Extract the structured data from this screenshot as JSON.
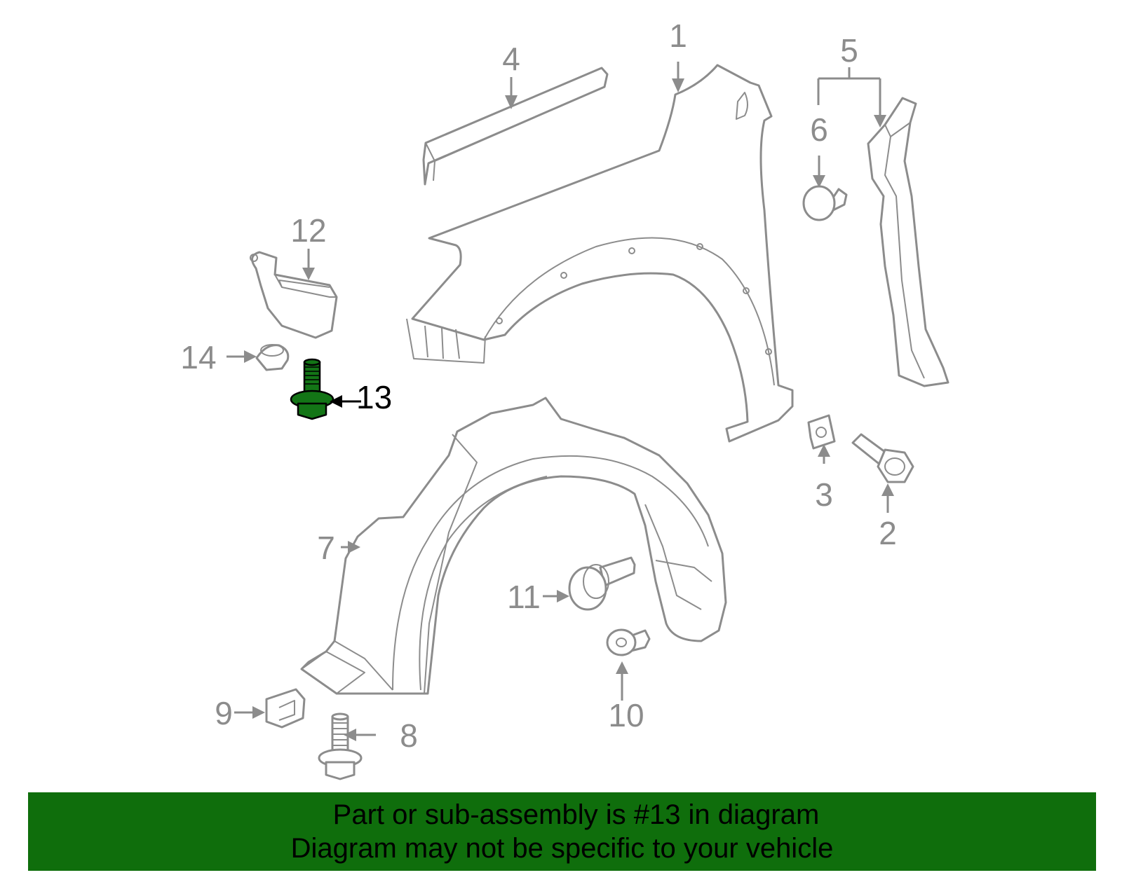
{
  "diagram": {
    "callouts": {
      "c1": "1",
      "c2": "2",
      "c3": "3",
      "c4": "4",
      "c5": "5",
      "c6": "6",
      "c7": "7",
      "c8": "8",
      "c9": "9",
      "c10": "10",
      "c11": "11",
      "c12": "12",
      "c13": "13",
      "c14": "14"
    },
    "highlighted_part": "13",
    "colors": {
      "line": "#8c8c8c",
      "highlight": "#137516",
      "banner": "#0f6e0c"
    }
  },
  "banner": {
    "line1": "Part or sub-assembly is #13 in diagram",
    "line2": "Diagram may not be specific to your vehicle"
  }
}
